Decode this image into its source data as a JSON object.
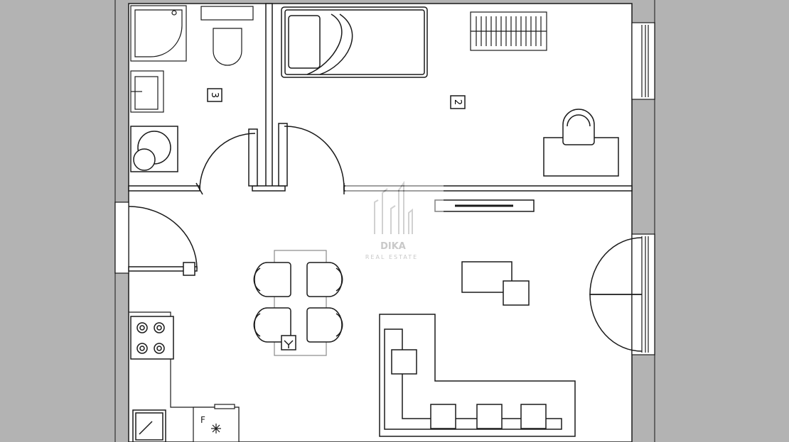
{
  "room_labels": {
    "bathroom": "3",
    "bedroom": "2"
  },
  "appliance_label_fridge": "F",
  "watermark": {
    "title": "DIKA",
    "subtitle": "REAL ESTATE"
  },
  "colors": {
    "wall": "#b3b3b3",
    "wall_outline": "#4a4a4a",
    "line": "#1a1a1a",
    "floor": "#ffffff",
    "watermark": "#a8a8a8"
  }
}
